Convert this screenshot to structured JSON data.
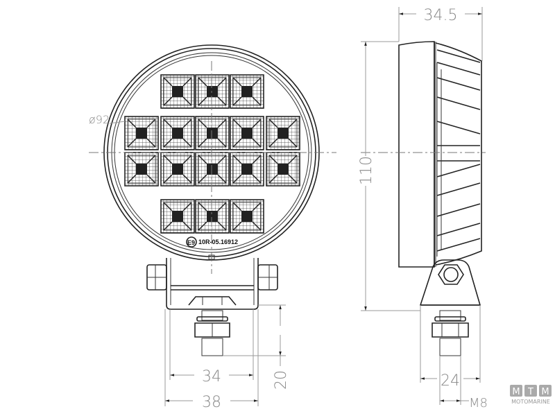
{
  "front_view": {
    "diameter_label": "ø92",
    "certification_mark": "E9",
    "certification_code": "10R-05.16912",
    "bracket_inner_width": "34",
    "bracket_outer_width": "38",
    "stud_length": "20"
  },
  "side_view": {
    "depth": "34.5",
    "height": "110",
    "bracket_width": "24",
    "thread": "M8"
  },
  "logo": {
    "letters": [
      "M",
      "T",
      "M"
    ],
    "name": "MOTOMARINE"
  }
}
